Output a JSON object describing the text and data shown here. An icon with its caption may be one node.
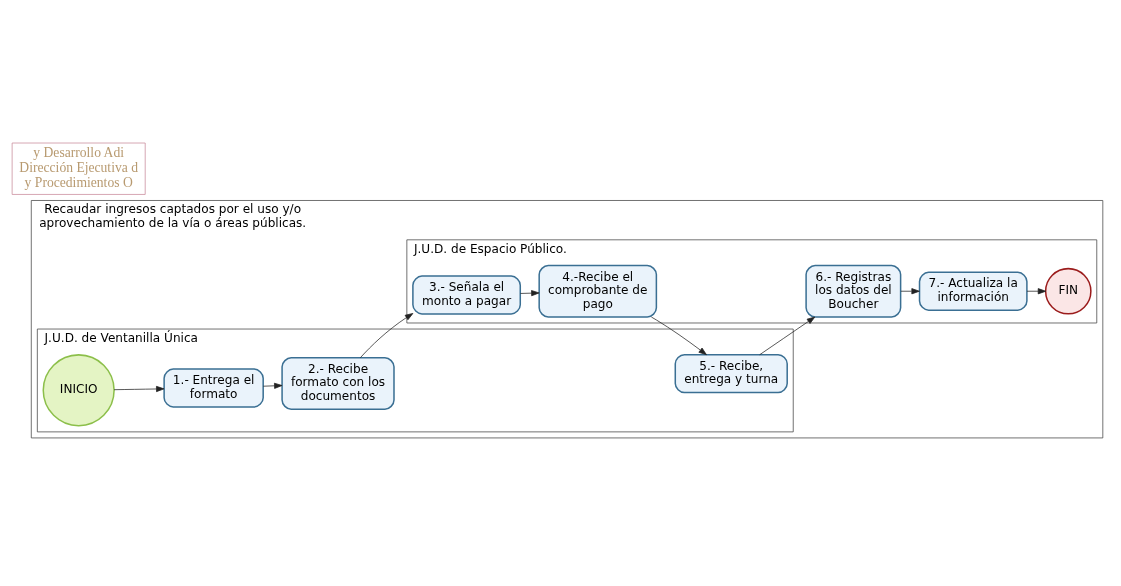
{
  "diagram": {
    "nodes": [
      {
        "text": [
          "Recaudar ingresos captados por el uso y/o aprovechamiento de la vía o áreas públicas."
        ]
      },
      {
        "text": [
          "J.U.D. de Ventanilla Única"
        ],
        "in": 0
      },
      {
        "text": [
          "INICIO"
        ],
        "in": 1
      },
      {
        "text": [
          "1.- Entrega el formato"
        ],
        "in": 1
      },
      {
        "text": [
          "2.- Recibe formato con los documentos"
        ],
        "in": 1
      },
      {
        "text": [
          "5.- Recibe, entrega y turna"
        ],
        "in": 1
      },
      {
        "text": [
          "J.U.D. de Espacio Público."
        ],
        "in": 0
      },
      {
        "text": [
          "3.- Señala el monto a pagar"
        ],
        "in": 6
      },
      {
        "text": [
          "4.-Recibe el comprobante de pago"
        ],
        "in": 6
      },
      {
        "text": [
          "6.- Registras los datos del Boucher"
        ],
        "in": 6
      },
      {
        "text": [
          "7.- Actualiza la información"
        ],
        "in": 6
      },
      {
        "text": [
          "FIN"
        ],
        "in": 6
      },
      {
        "text": [
          "y Desarrollo Adi Dirección Ejecutiva d y Procedimientos O"
        ]
      }
    ],
    "edges": [
      {
        "from": 2,
        "to": 3,
        "arrow": "to"
      },
      {
        "from": 3,
        "to": 4,
        "arrow": "to"
      },
      {
        "from": 4,
        "to": 7,
        "arrow": "to"
      },
      {
        "from": 7,
        "to": 8,
        "arrow": "to"
      },
      {
        "from": 8,
        "to": 5,
        "arrow": "to"
      },
      {
        "from": 5,
        "to": 9,
        "arrow": "to"
      },
      {
        "from": 9,
        "to": 10,
        "arrow": "to"
      },
      {
        "from": 10,
        "to": 11,
        "arrow": "to"
      }
    ]
  }
}
